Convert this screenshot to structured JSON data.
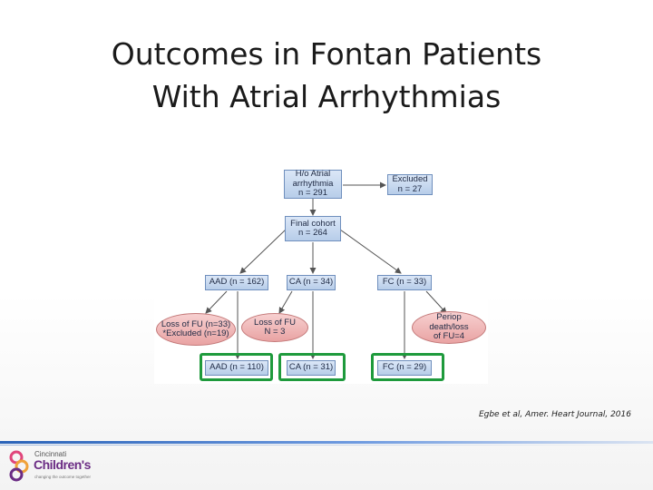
{
  "title": {
    "line1": "Outcomes in Fontan Patients",
    "line2": "With Atrial Arrhythmias"
  },
  "flowchart": {
    "nodes": {
      "start": "H/o Atrial\narrhythmia\nn = 291",
      "excluded": "Excluded\nn = 27",
      "final_cohort": "Final cohort\nn = 264",
      "aad": "AAD (n = 162)",
      "ca": "CA (n = 34)",
      "fc": "FC (n = 33)",
      "loss_aad": "Loss of FU (n=33)\n*Excluded (n=19)",
      "loss_ca": "Loss of FU\nN = 3",
      "periop": "Periop\ndeath/loss\nof FU=4",
      "aad_final": "AAD (n = 110)",
      "ca_final": "CA (n = 31)",
      "fc_final": "FC (n = 29)"
    },
    "colors": {
      "box_fill": "#c9daf0",
      "box_border": "#6f8fbd",
      "ellipse_fill": "#eeb6b6",
      "highlight": "#1e9a3c",
      "arrow": "#555555"
    }
  },
  "citation": "Egbe et al, Amer. Heart Journal, 2016",
  "logo": {
    "line1": "Cincinnati",
    "line2": "Children's",
    "tagline": "changing the outcome together"
  }
}
